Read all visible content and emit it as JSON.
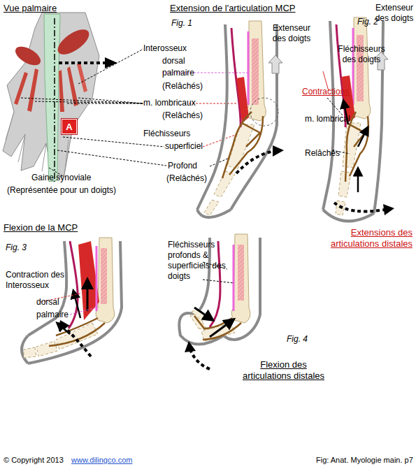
{
  "diagram": {
    "nodes": [
      {
        "text": [
          "A"
        ]
      }
    ],
    "labels": [
      "Vue palmaire",
      "Extension de l'articulation MCP",
      "Fig. 1",
      "Extenseur des doigts",
      "Fig. 2",
      "Extenseur des doigts",
      "Interosseux",
      "dorsal",
      "palmaire",
      "(Relâchés)",
      "Fléchisseurs des doigts",
      "Contractions",
      "m. lombricaux",
      "(Relâchés)",
      "m. lombrical",
      "Fléchisseurs",
      "superficiel",
      "Relâchés",
      "Profond",
      "(Relâchés)",
      "Gaine synoviale",
      "(Représentée pour un doigts)",
      "Extensions des articulations distales",
      "Flexion de la MCP",
      "Fig. 3",
      "Contraction des Interosseux",
      "dorsal",
      "palmaire",
      "Fléchisseurs profonds & superficiels des doigts",
      "Fig. 4",
      "Flexion des articulations distales",
      "© Copyright 2013",
      "www.dilingco.com"
    ],
    "caption": "Fig: Anat. Myologie main. p7"
  }
}
